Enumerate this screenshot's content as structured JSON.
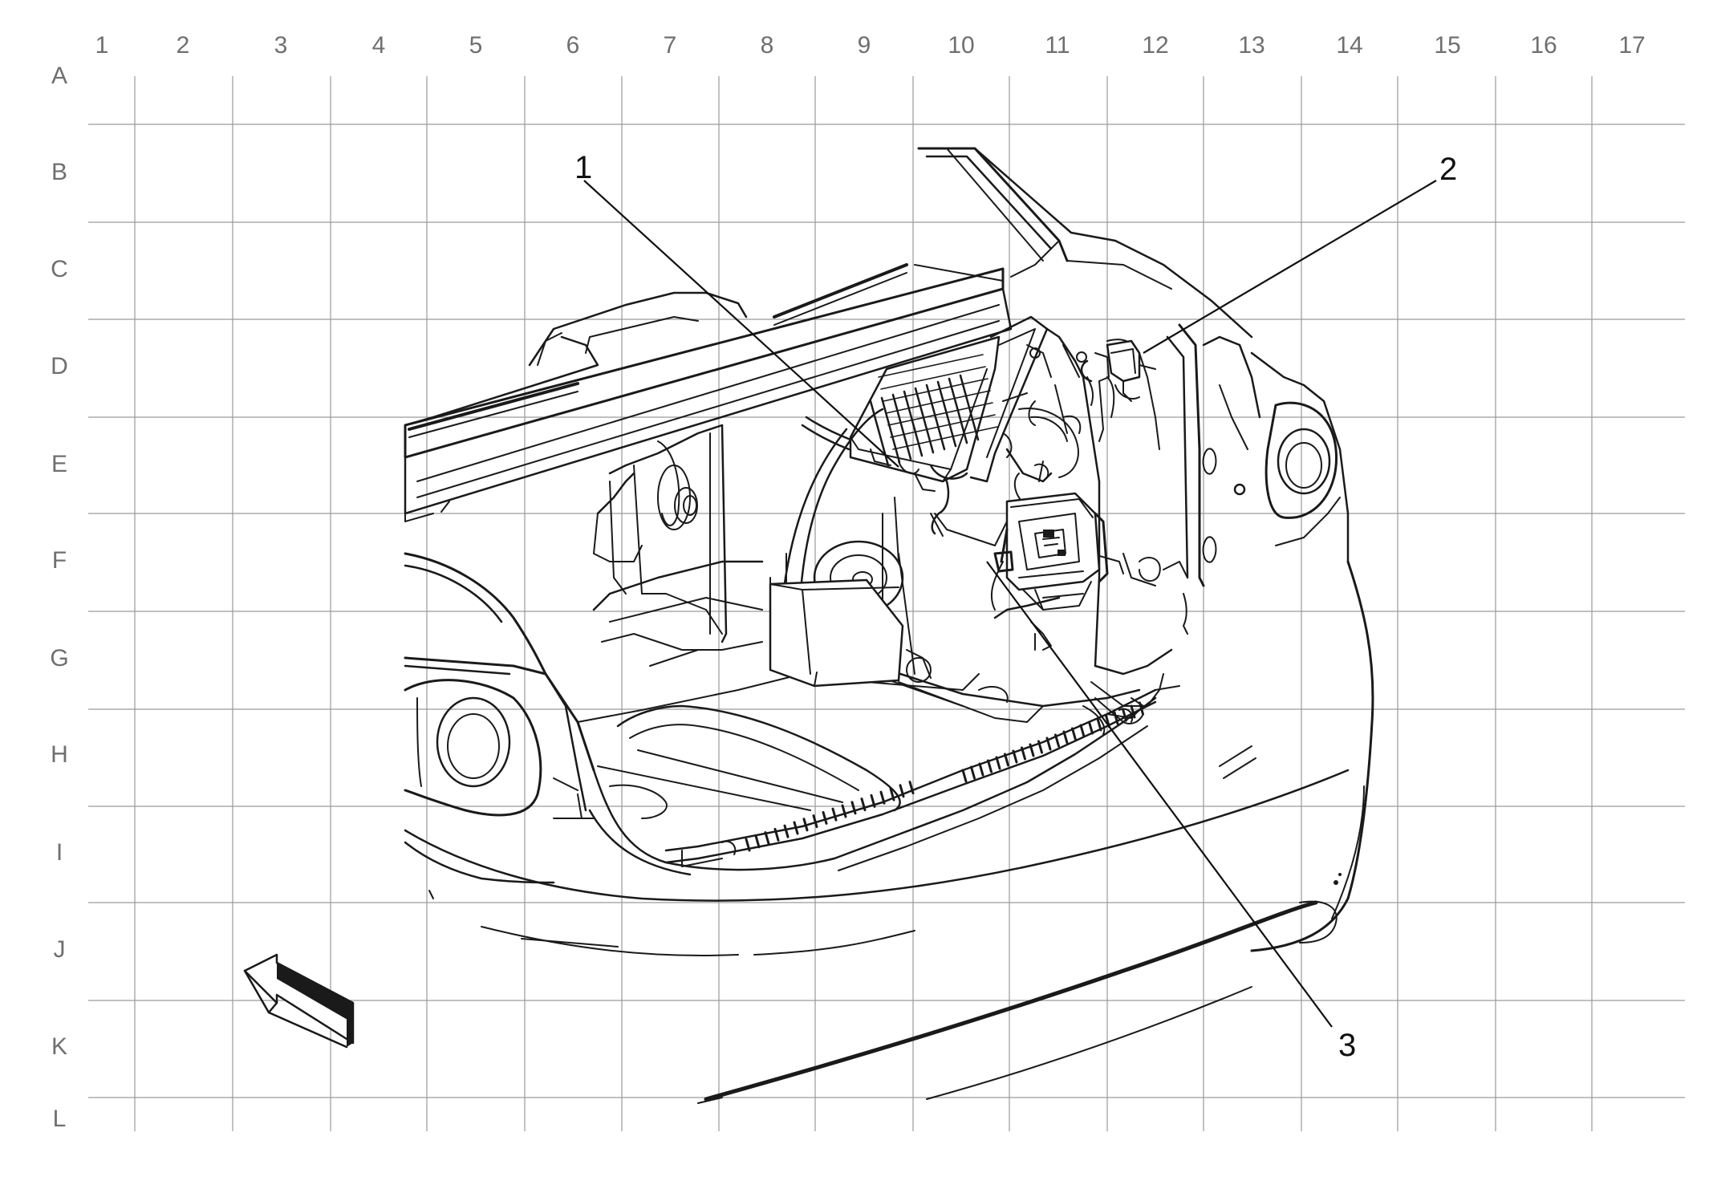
{
  "grid": {
    "columns": [
      "1",
      "2",
      "3",
      "4",
      "5",
      "6",
      "7",
      "8",
      "9",
      "10",
      "11",
      "12",
      "13",
      "14",
      "15",
      "16",
      "17"
    ],
    "rows": [
      "A",
      "B",
      "C",
      "D",
      "E",
      "F",
      "G",
      "H",
      "I",
      "J",
      "K",
      "L"
    ]
  },
  "callouts": [
    {
      "id": "1",
      "label": "1"
    },
    {
      "id": "2",
      "label": "2"
    },
    {
      "id": "3",
      "label": "3"
    }
  ],
  "colors": {
    "grid": "#9a9a9a",
    "ink": "#1a1a1a",
    "labels": "#6f6f6f"
  },
  "icons": {
    "direction_arrow": "forward-arrow-icon"
  }
}
